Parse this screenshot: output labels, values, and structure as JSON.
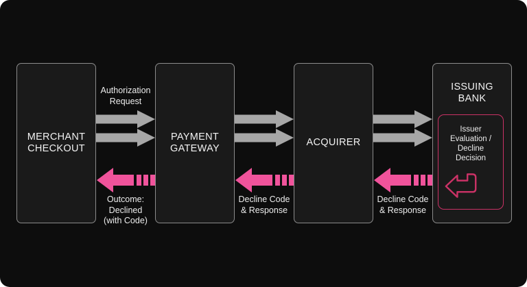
{
  "colors": {
    "background": "#0d0d0d",
    "node_fill": "#1a1a1a",
    "node_border": "#8c8c8c",
    "forward_arrow_gray": "#a7a7a7",
    "return_arrow_pink": "#f0539b",
    "decision_border_pink": "#cb3266",
    "text": "#f2f2f2"
  },
  "nodes": {
    "merchant": {
      "label": "MERCHANT\nCHECKOUT"
    },
    "gateway": {
      "label": "PAYMENT\nGATEWAY"
    },
    "acquirer": {
      "label": "ACQUIRER"
    },
    "issuer": {
      "label": "ISSUING\nBANK",
      "decision_label": "Issuer\nEvaluation /\nDecline\nDecision",
      "icon": "return-arrow-icon"
    }
  },
  "labels": {
    "authorization": "Authorization\nRequest",
    "outcome": "Outcome:\nDeclined\n(with Code)",
    "decline_to_gateway": "Decline Code\n& Response",
    "decline_to_acquirer": "Decline Code\n& Response"
  },
  "arrows": {
    "forward_style": "solid-gray-right-block-arrow",
    "return_style": "pink-left-block-arrow-with-dashed-tail"
  }
}
